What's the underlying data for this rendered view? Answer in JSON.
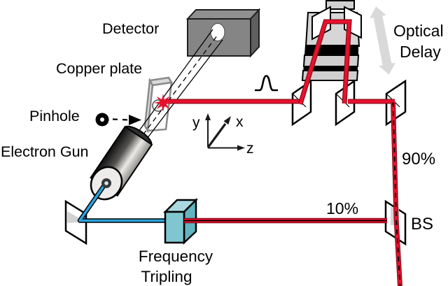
{
  "figure": {
    "title": "Ultrafast electron diffraction pump-probe optical setup",
    "labels": {
      "detector": "Detector",
      "copper_plate": "Copper plate",
      "pinhole": "Pinhole",
      "electron_gun": "Electron Gun",
      "optical_line1": "Optical",
      "optical_line2": "Delay",
      "split_90": "90%",
      "split_10": "10%",
      "beamsplitter": "BS",
      "freq_line1": "Frequency",
      "freq_line2": "Tripling",
      "axis_x": "x",
      "axis_y": "y",
      "axis_z": "z"
    },
    "colors": {
      "laser_red": "#e8112d",
      "laser_dark_edge": "#8c0f1e",
      "uv_blue": "#2aa3dc",
      "crystal_front": "#80c6d0",
      "crystal_top": "#abd9e0",
      "crystal_side": "#63b4c1",
      "detector_front": "#858585",
      "detector_top": "#909090",
      "detector_side": "#5f5f5f",
      "stage_gray": "#d6d6d6",
      "delay_arrow_gray": "#d9d9d9"
    },
    "symbols": {
      "pulse_icon": "gaussian-laser-pulse",
      "pinhole_icon": "filled-circle-with-center-hole",
      "delay_motion_icon": "double-headed-translation-arrow",
      "impact_icon": "red-starburst-at-photocathode"
    },
    "components": [
      "detector",
      "copper-plate",
      "pinhole",
      "electron-gun",
      "electron-beam",
      "steering-mirror",
      "frequency-tripling-crystal",
      "uv-beam",
      "beamsplitter",
      "delay-mirror-left",
      "delay-mirror-right",
      "turning-mirror",
      "optical-delay-stage",
      "laser-beam-90-percent",
      "laser-beam-10-percent",
      "coordinate-axes",
      "laser-pulse-symbol"
    ]
  }
}
